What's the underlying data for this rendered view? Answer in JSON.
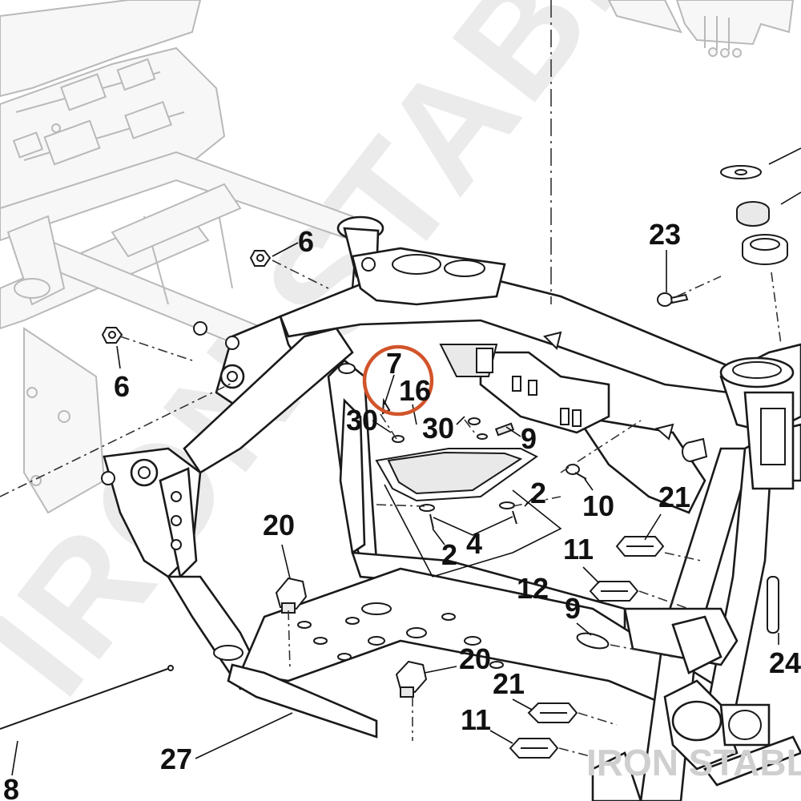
{
  "watermark": {
    "large_text": "IRON STABLE",
    "corner_text": "IRON STABLE"
  },
  "highlight": {
    "color": "#d2542a",
    "label": "7"
  },
  "callouts": [
    {
      "id": "c6a",
      "text": "6"
    },
    {
      "id": "c6b",
      "text": "6"
    },
    {
      "id": "c7",
      "text": "7"
    },
    {
      "id": "c16",
      "text": "16"
    },
    {
      "id": "c30a",
      "text": "30"
    },
    {
      "id": "c30b",
      "text": "30"
    },
    {
      "id": "c9a",
      "text": "9"
    },
    {
      "id": "c2a",
      "text": "2"
    },
    {
      "id": "c2b",
      "text": "2"
    },
    {
      "id": "c4",
      "text": "4"
    },
    {
      "id": "c10",
      "text": "10"
    },
    {
      "id": "c21a",
      "text": "21"
    },
    {
      "id": "c11a",
      "text": "11"
    },
    {
      "id": "c12",
      "text": "12"
    },
    {
      "id": "c9b",
      "text": "9"
    },
    {
      "id": "c20a",
      "text": "20"
    },
    {
      "id": "c20b",
      "text": "20"
    },
    {
      "id": "c21b",
      "text": "21"
    },
    {
      "id": "c11b",
      "text": "11"
    },
    {
      "id": "c23",
      "text": "23"
    },
    {
      "id": "c24",
      "text": "24"
    },
    {
      "id": "c27",
      "text": "27"
    },
    {
      "id": "c8",
      "text": "8"
    }
  ]
}
